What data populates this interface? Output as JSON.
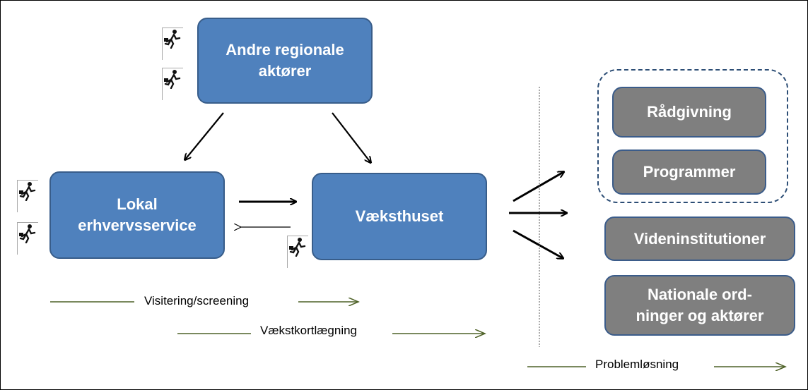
{
  "nodes": {
    "andre": "Andre regionale aktører",
    "lokal": "Lokal erhvervsservice",
    "vaeksthuset": "Væksthuset",
    "raadgivning": "Rådgivning",
    "programmer": "Programmer",
    "videninstitutioner": "Videninstitutioner",
    "nationale": "Nationale ord-ninger og aktører"
  },
  "labels": {
    "visitering": "Visitering/screening",
    "vaekstkort": "Vækstkortlægning",
    "problem": "Problemløsning"
  },
  "icons": {
    "person": "running-businessman-icon"
  },
  "colors": {
    "blue_box": "#4f81bd",
    "gray_box": "#7f7f7f",
    "line_green": "#4f6228"
  }
}
